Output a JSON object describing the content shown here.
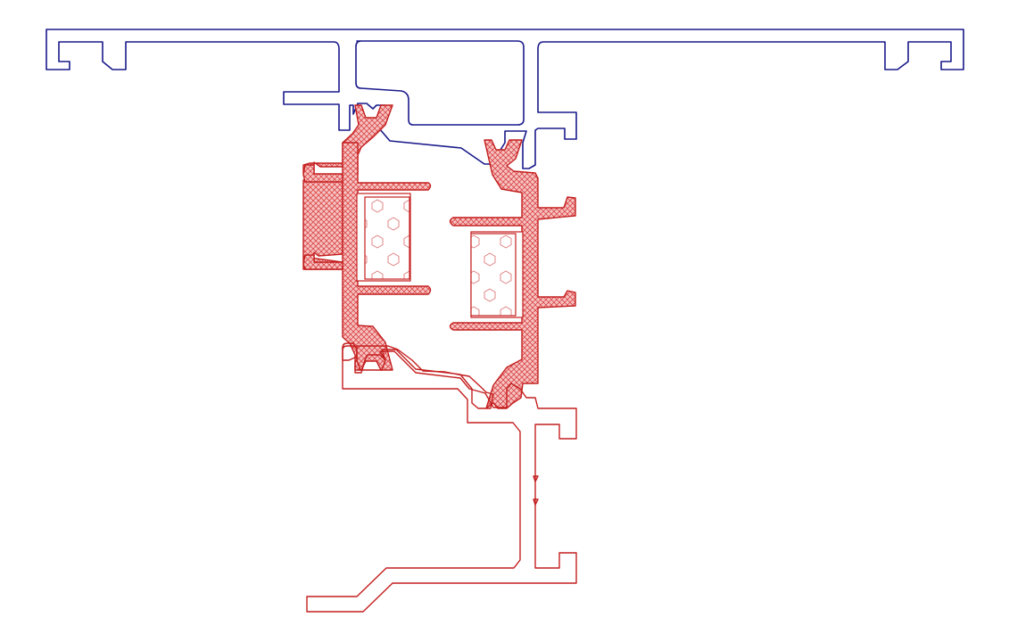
{
  "colors": {
    "background": "#ffffff",
    "upper_profile": "#1a1a8c",
    "lower_profile": "#c41e1e",
    "thermal_break_fill": "#f4b0b0",
    "thermal_break_hatch": "#d94545",
    "insulation_hex": "#e07a7a"
  },
  "parts": [
    {
      "id": "upper-transom-profile",
      "color_key": "upper_profile"
    },
    {
      "id": "thermal-break-left",
      "color_key": "lower_profile"
    },
    {
      "id": "thermal-break-right",
      "color_key": "lower_profile"
    },
    {
      "id": "insulation-insert-left",
      "color_key": "insulation_hex"
    },
    {
      "id": "insulation-insert-right",
      "color_key": "insulation_hex"
    },
    {
      "id": "lower-mullion-profile",
      "color_key": "lower_profile"
    }
  ]
}
